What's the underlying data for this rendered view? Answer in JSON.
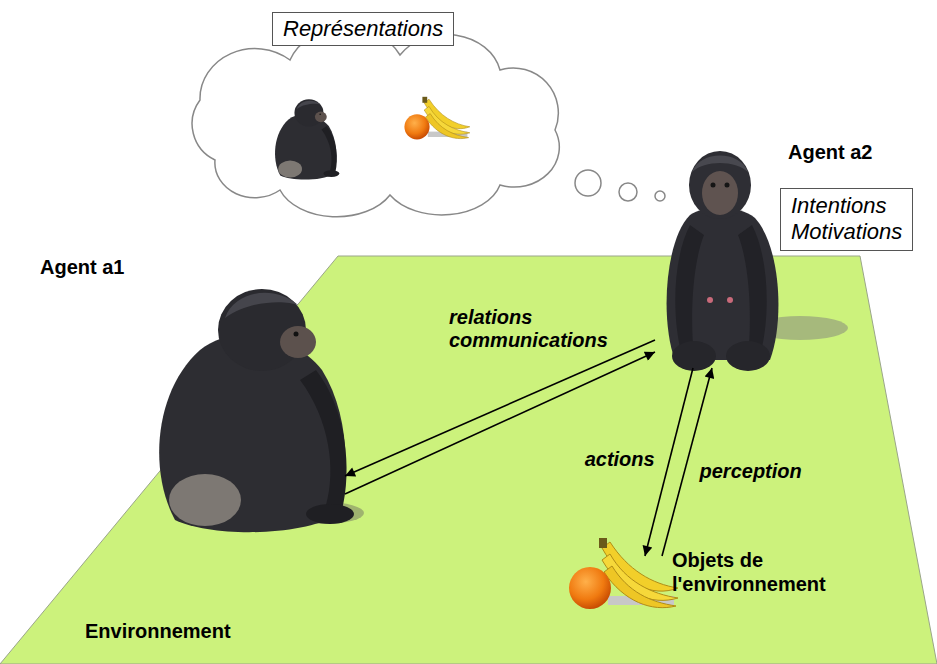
{
  "diagram": {
    "nodes": [
      {
        "text": [
          "Représentations"
        ]
      },
      {
        "text": [
          "Agent a2"
        ]
      },
      {
        "text": [
          "Intentions Motivations"
        ]
      },
      {
        "text": [
          "Agent a1"
        ]
      },
      {
        "text": [
          "Objets de l'environnement"
        ]
      }
    ],
    "edges": [
      {
        "from": 1,
        "to": 3,
        "arrow": "to",
        "label": "relations communications"
      },
      {
        "from": 3,
        "to": 1,
        "arrow": "to"
      },
      {
        "from": 1,
        "to": 4,
        "arrow": "to",
        "label": "actions"
      },
      {
        "from": 4,
        "to": 1,
        "arrow": "to",
        "label": "perception"
      }
    ],
    "labels": [
      "Environnement"
    ]
  }
}
